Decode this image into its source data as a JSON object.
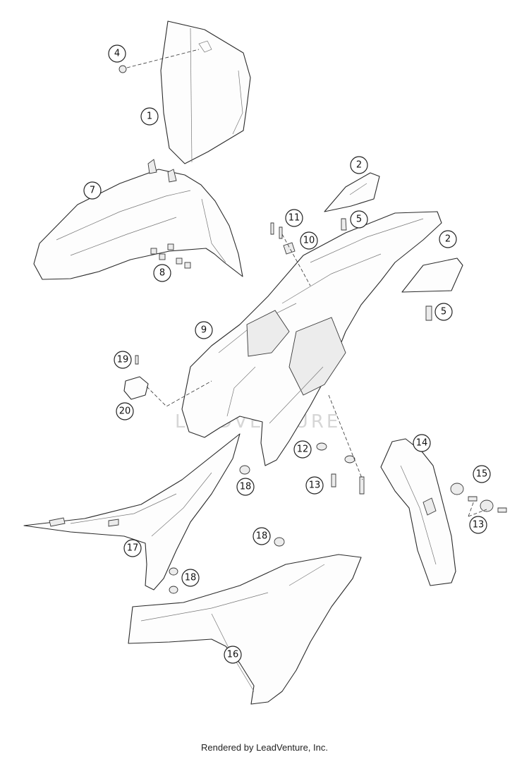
{
  "diagram": {
    "watermark": "LEADVENTURE",
    "callouts": [
      {
        "id": "c1",
        "label": "1"
      },
      {
        "id": "c2a",
        "label": "2"
      },
      {
        "id": "c2b",
        "label": "2"
      },
      {
        "id": "c4",
        "label": "4"
      },
      {
        "id": "c5a",
        "label": "5"
      },
      {
        "id": "c5b",
        "label": "5"
      },
      {
        "id": "c7",
        "label": "7"
      },
      {
        "id": "c8",
        "label": "8"
      },
      {
        "id": "c9",
        "label": "9"
      },
      {
        "id": "c10",
        "label": "10"
      },
      {
        "id": "c11",
        "label": "11"
      },
      {
        "id": "c12",
        "label": "12"
      },
      {
        "id": "c13a",
        "label": "13"
      },
      {
        "id": "c13b",
        "label": "13"
      },
      {
        "id": "c14",
        "label": "14"
      },
      {
        "id": "c15",
        "label": "15"
      },
      {
        "id": "c16",
        "label": "16"
      },
      {
        "id": "c17",
        "label": "17"
      },
      {
        "id": "c18a",
        "label": "18"
      },
      {
        "id": "c18b",
        "label": "18"
      },
      {
        "id": "c18c",
        "label": "18"
      },
      {
        "id": "c19",
        "label": "19"
      },
      {
        "id": "c20",
        "label": "20"
      }
    ]
  },
  "footer": {
    "text": "Rendered by LeadVenture, Inc."
  }
}
